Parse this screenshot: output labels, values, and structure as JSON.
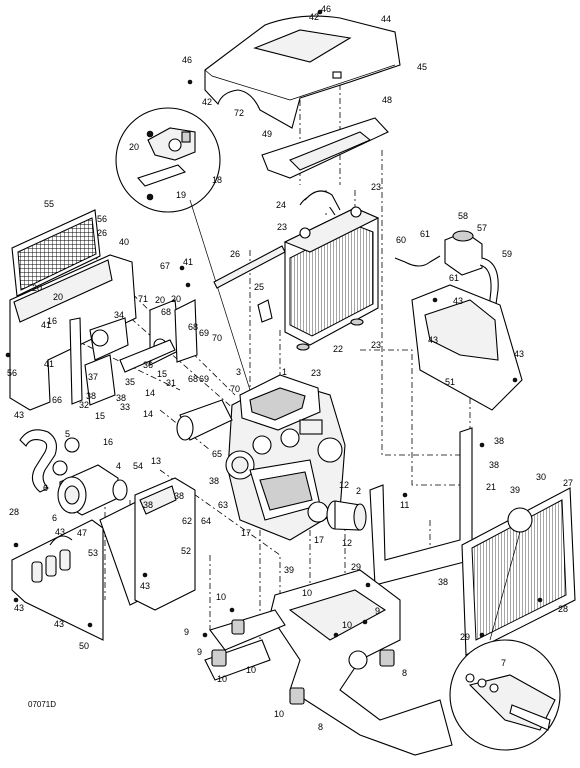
{
  "drawing_id": "07071D",
  "callouts": [
    "46",
    "42",
    "44",
    "45",
    "46",
    "42",
    "72",
    "48",
    "49",
    "20",
    "18",
    "19",
    "23",
    "24",
    "23",
    "26",
    "25",
    "22",
    "23",
    "23",
    "58",
    "57",
    "61",
    "60",
    "59",
    "61",
    "55",
    "56",
    "26",
    "40",
    "20",
    "20",
    "41",
    "67",
    "41",
    "71",
    "20",
    "20",
    "34",
    "68",
    "68",
    "69",
    "70",
    "56",
    "41",
    "16",
    "66",
    "38",
    "37",
    "36",
    "15",
    "31",
    "38",
    "35",
    "33",
    "32",
    "14",
    "14",
    "13",
    "15",
    "16",
    "69",
    "70",
    "68",
    "3",
    "1",
    "43",
    "51",
    "43",
    "43",
    "43",
    "5",
    "6",
    "6",
    "4",
    "54",
    "38",
    "38",
    "62",
    "64",
    "63",
    "65",
    "17",
    "17",
    "12",
    "2",
    "12",
    "11",
    "38",
    "38",
    "21",
    "39",
    "30",
    "27",
    "28",
    "43",
    "47",
    "52",
    "53",
    "43",
    "43",
    "50",
    "43",
    "38",
    "38",
    "28",
    "29",
    "29",
    "39",
    "10",
    "10",
    "9",
    "9",
    "10",
    "9",
    "10",
    "10",
    "8",
    "10",
    "8",
    "7",
    "8",
    "30"
  ]
}
